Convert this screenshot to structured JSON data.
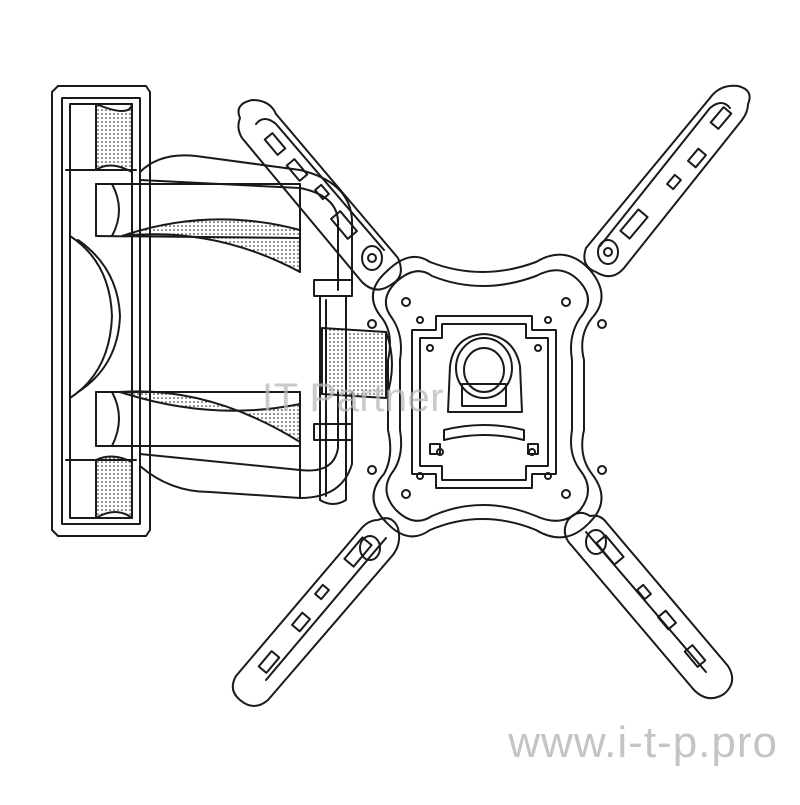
{
  "watermark": {
    "text": "IT Partner"
  },
  "site_url": {
    "text": "www.i-t-p.pro"
  },
  "illustration": {
    "subject": "articulating tv wall mount line drawing",
    "colors": {
      "stroke": "#1a1a1a",
      "background": "#ffffff",
      "watermark": "#b9b9b9"
    }
  }
}
